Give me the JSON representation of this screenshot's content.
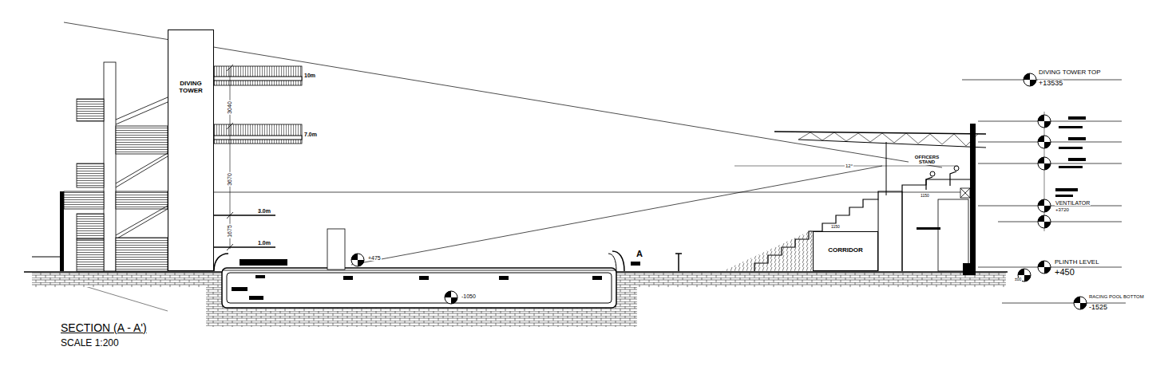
{
  "diagram": {
    "title": "SECTION (A - A')",
    "caption": "SCALE 1:200",
    "nodes": [
      {
        "text": [
          "DIVING TOWER"
        ]
      },
      {
        "text": [
          "CORRIDOR"
        ]
      }
    ],
    "labels": [
      "10m",
      "7.0m",
      "3.0m",
      "1.0m",
      "3040",
      "3670",
      "1675",
      "+475",
      "-1050",
      "A",
      "OFFICERS STAND",
      "12°",
      "1150",
      "1150",
      "DIVING TOWER TOP",
      "+13535",
      "VENTILATOR",
      "+3720",
      "PLINTH LEVEL",
      "+450",
      "±00",
      "RACING POOL BOTTOM",
      "-1525"
    ]
  }
}
